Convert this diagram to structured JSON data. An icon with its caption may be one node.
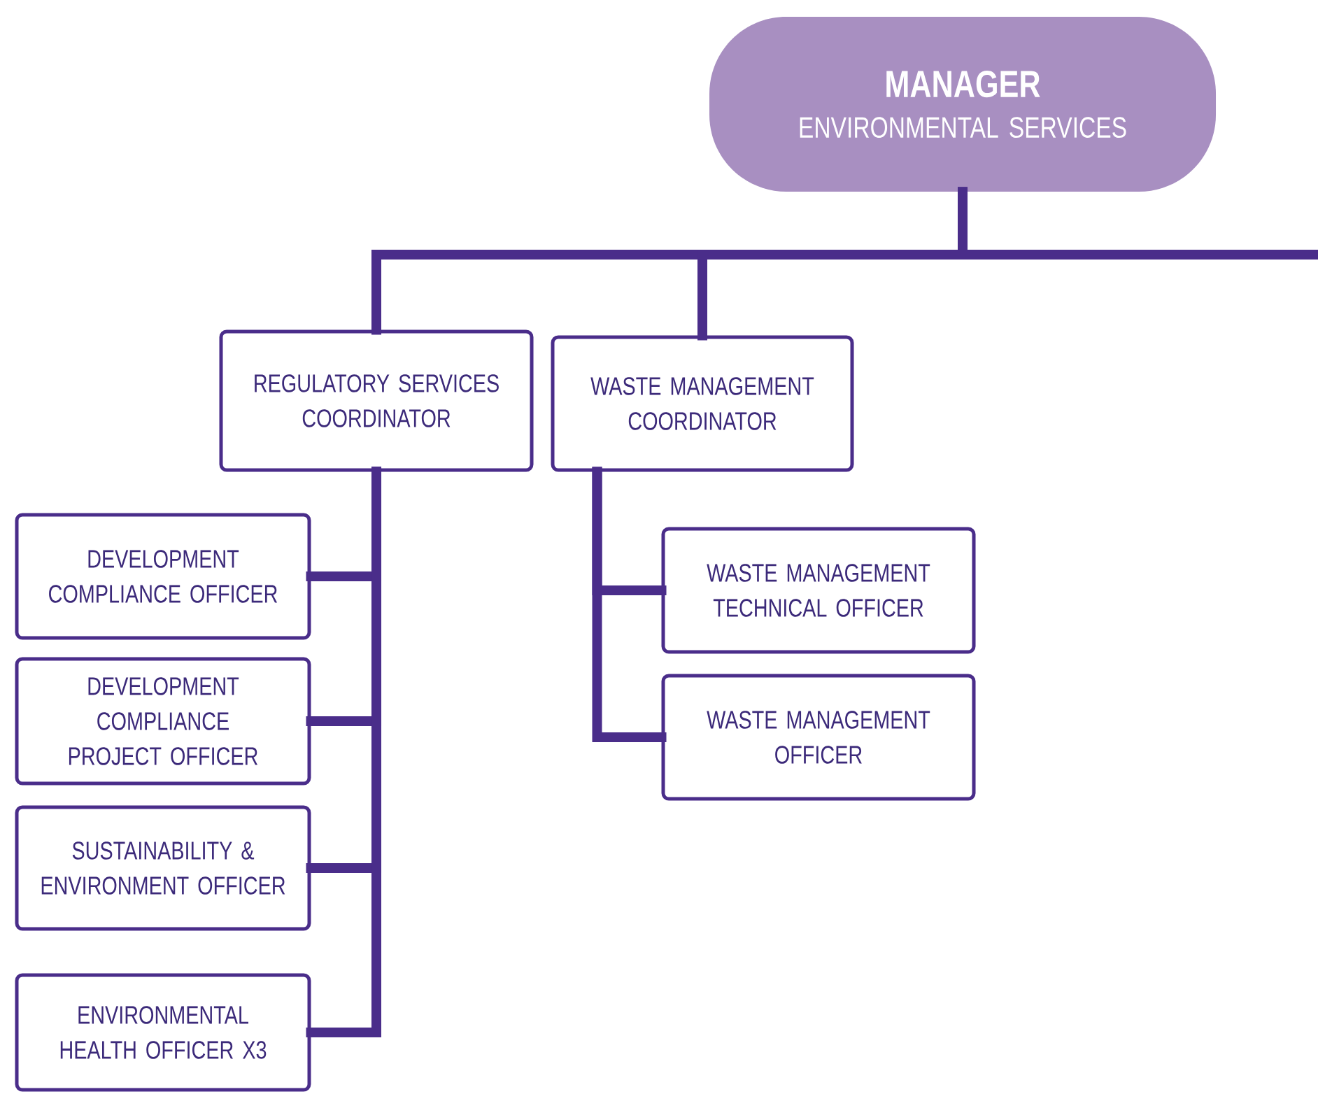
{
  "diagram": {
    "nodes": [
      {
        "text": [
          "MANAGER",
          "ENVIRONMENTAL SERVICES"
        ]
      },
      {
        "text": [
          "REGULATORY SERVICES COORDINATOR"
        ]
      },
      {
        "text": [
          "WASTE MANAGEMENT COORDINATOR"
        ]
      },
      {
        "text": [
          "DEVELOPMENT COMPLIANCE OFFICER"
        ]
      },
      {
        "text": [
          "DEVELOPMENT COMPLIANCE PROJECT OFFICER"
        ]
      },
      {
        "text": [
          "SUSTAINABILITY & ENVIRONMENT OFFICER"
        ]
      },
      {
        "text": [
          "ENVIRONMENTAL HEALTH OFFICER X3"
        ]
      },
      {
        "text": [
          "WASTE MANAGEMENT TECHNICAL OFFICER"
        ]
      },
      {
        "text": [
          "WASTE MANAGEMENT OFFICER"
        ]
      }
    ],
    "edges": [
      {
        "from": 0,
        "to": 1,
        "arrow": "none"
      },
      {
        "from": 0,
        "to": 2,
        "arrow": "none"
      },
      {
        "from": 0,
        "to": null,
        "arrow": "none"
      },
      {
        "from": 1,
        "to": 3,
        "arrow": "none"
      },
      {
        "from": 1,
        "to": 4,
        "arrow": "none"
      },
      {
        "from": 1,
        "to": 5,
        "arrow": "none"
      },
      {
        "from": 1,
        "to": 6,
        "arrow": "none"
      },
      {
        "from": 2,
        "to": 7,
        "arrow": "none"
      },
      {
        "from": 2,
        "to": 8,
        "arrow": "none"
      }
    ]
  }
}
